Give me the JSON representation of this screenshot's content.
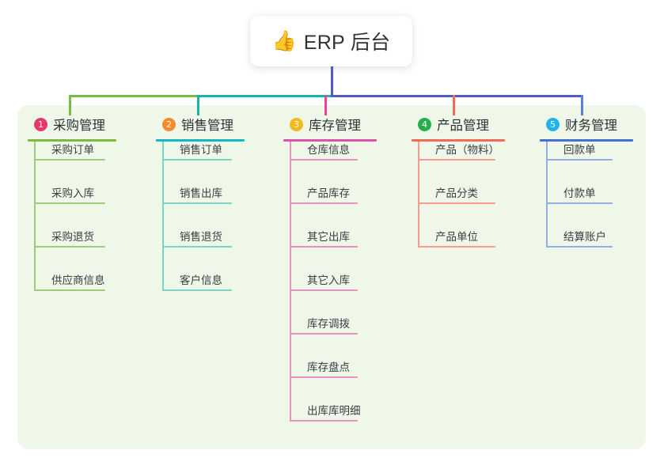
{
  "root": {
    "icon": "thumbs-up-emoji",
    "emoji": "👍",
    "title": "ERP 后台"
  },
  "theme": {
    "page_bg": "#ffffff",
    "panel_bg": "#eff7e9",
    "card_bg": "#ffffff",
    "text": "#2f3236",
    "leaf_text": "#3a3d42"
  },
  "bus": {
    "segments": [
      {
        "name": "bus-green",
        "color": "#7cbb42"
      },
      {
        "name": "bus-teal",
        "color": "#14b8a8"
      },
      {
        "name": "bus-purple",
        "color": "#5258c4"
      }
    ],
    "stem_color": "#5258c4"
  },
  "columns": [
    {
      "number": "1",
      "title": "采购管理",
      "badge_color": "#e8386b",
      "rule_color": "#7cbb42",
      "drop_color": "#7cbb42",
      "leaf_color": "#9ccc7a",
      "items": [
        "采购订单",
        "采购入库",
        "采购退货",
        "供应商信息"
      ]
    },
    {
      "number": "2",
      "title": "销售管理",
      "badge_color": "#f58b2c",
      "rule_color": "#14b8c4",
      "drop_color": "#14b8a8",
      "leaf_color": "#7ed3c9",
      "items": [
        "销售订单",
        "销售出库",
        "销售退货",
        "客户信息"
      ]
    },
    {
      "number": "3",
      "title": "库存管理",
      "badge_color": "#f5b920",
      "rule_color": "#e051a8",
      "drop_color": "#e8459a",
      "leaf_color": "#eb8fc4",
      "items": [
        "仓库信息",
        "产品库存",
        "其它出库",
        "其它入库",
        "库存调拨",
        "库存盘点",
        "出库库明细"
      ]
    },
    {
      "number": "4",
      "title": "产品管理",
      "badge_color": "#27ae4c",
      "rule_color": "#f26a5a",
      "drop_color": "#f26a5a",
      "leaf_color": "#f79b90",
      "items": [
        "产品（物料）",
        "产品分类",
        "产品单位"
      ]
    },
    {
      "number": "5",
      "title": "财务管理",
      "badge_color": "#22b4e8",
      "rule_color": "#4a6fd4",
      "drop_color": "#5c7fd8",
      "leaf_color": "#93aee4",
      "items": [
        "回款单",
        "付款单",
        "结算账户"
      ]
    }
  ]
}
